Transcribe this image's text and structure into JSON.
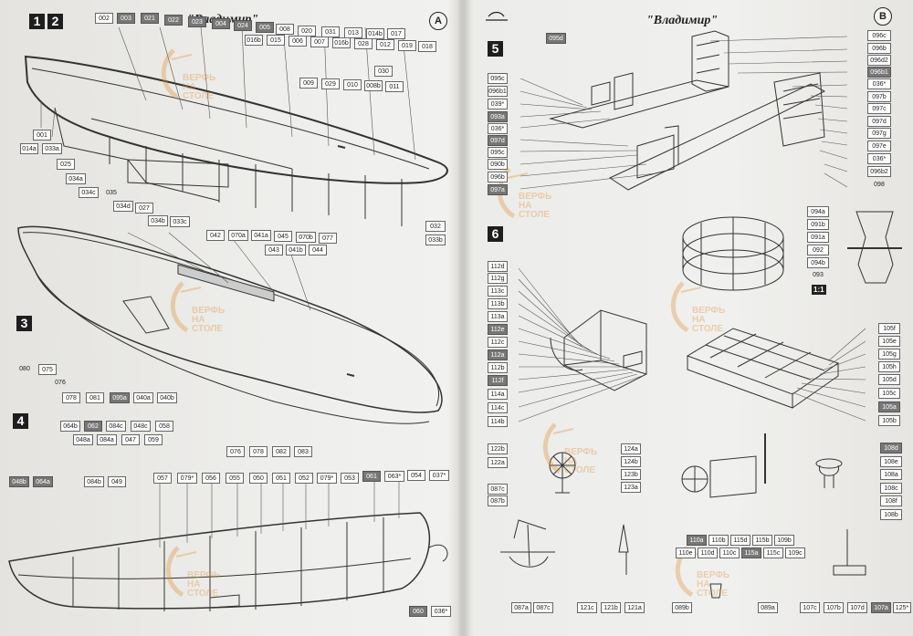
{
  "title": "\"Владимир\"",
  "sheets": {
    "left": "A",
    "right": "B"
  },
  "steps": {
    "s1": "1",
    "s2": "2",
    "s3": "3",
    "s4": "4",
    "s5": "5",
    "s6": "6"
  },
  "scale_label": "1:1",
  "watermark": {
    "line1": "ВЕРФЬ",
    "line2": "НА СТОЛЕ"
  },
  "left_labels": [
    "002",
    "003",
    "021",
    "022",
    "023",
    "004",
    "024",
    "005",
    "008",
    "020",
    "031",
    "013",
    "014b",
    "017",
    "016b",
    "015",
    "006",
    "007",
    "016b",
    "028",
    "012",
    "019",
    "018",
    "030",
    "009",
    "029",
    "010",
    "008b",
    "011",
    "001",
    "014a",
    "033a",
    "025",
    "034a",
    "034c",
    "035",
    "034d",
    "027",
    "034b",
    "033c",
    "032",
    "033b",
    "042",
    "070a",
    "041a",
    "045",
    "070b",
    "077",
    "043",
    "041b",
    "044",
    "080",
    "075",
    "076",
    "078",
    "081",
    "095a",
    "040a",
    "040b",
    "076",
    "078",
    "082",
    "083",
    "064b",
    "062",
    "084c",
    "048c",
    "058",
    "048a",
    "084a",
    "047",
    "059",
    "048b",
    "064a",
    "084b",
    "049",
    "057",
    "079*",
    "056",
    "055",
    "050",
    "051",
    "052",
    "079*",
    "053",
    "061",
    "063*",
    "054",
    "037*",
    "060",
    "036*"
  ],
  "right_labels": [
    "095d",
    "095c",
    "096b1",
    "039*",
    "093a",
    "036*",
    "097d",
    "095c",
    "090b",
    "096b",
    "097a",
    "096c",
    "096b",
    "096d2",
    "096b1",
    "036*",
    "097b",
    "097c",
    "097d",
    "097g",
    "097e",
    "036*",
    "096b2",
    "098",
    "094a",
    "091b",
    "091a",
    "092",
    "094b",
    "093",
    "112d",
    "112g",
    "113c",
    "113b",
    "113a",
    "112e",
    "112c",
    "112a",
    "112b",
    "112f",
    "114a",
    "114c",
    "114b",
    "105f",
    "105e",
    "105g",
    "105h",
    "105d",
    "105c",
    "105a",
    "105b",
    "122b",
    "122a",
    "124a",
    "124b",
    "123b",
    "123a",
    "087c",
    "087b",
    "108d",
    "108e",
    "108a",
    "108c",
    "108f",
    "108b",
    "110a",
    "110b",
    "115d",
    "115b",
    "109b",
    "110e",
    "110d",
    "110c",
    "115a",
    "115c",
    "109c",
    "087a",
    "087c",
    "121c",
    "121b",
    "121a",
    "089b",
    "089a",
    "107c",
    "107b",
    "107d",
    "107a",
    "125*"
  ]
}
